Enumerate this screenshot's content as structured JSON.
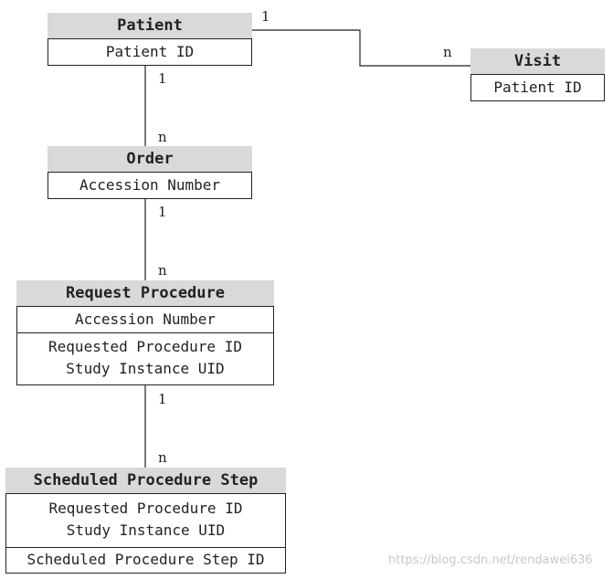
{
  "entities": {
    "patient": {
      "title": "Patient",
      "fields": [
        "Patient ID"
      ]
    },
    "visit": {
      "title": "Visit",
      "fields": [
        "Patient ID"
      ]
    },
    "order": {
      "title": "Order",
      "fields": [
        "Accession Number"
      ]
    },
    "request_procedure": {
      "title": "Request Procedure",
      "fields": [
        "Accession Number"
      ],
      "multi_field": [
        "Requested Procedure ID",
        "Study Instance UID"
      ]
    },
    "scheduled_procedure_step": {
      "title": "Scheduled Procedure Step",
      "multi_field": [
        "Requested Procedure ID",
        "Study Instance UID"
      ],
      "fields": [
        "Scheduled Procedure Step ID"
      ]
    }
  },
  "relationships": {
    "patient_visit": {
      "from": "1",
      "to": "n"
    },
    "patient_order": {
      "from": "1",
      "to": "n"
    },
    "order_request": {
      "from": "1",
      "to": "n"
    },
    "request_step": {
      "from": "1",
      "to": "n"
    }
  },
  "watermark": "https://blog.csdn.net/rendawei636"
}
